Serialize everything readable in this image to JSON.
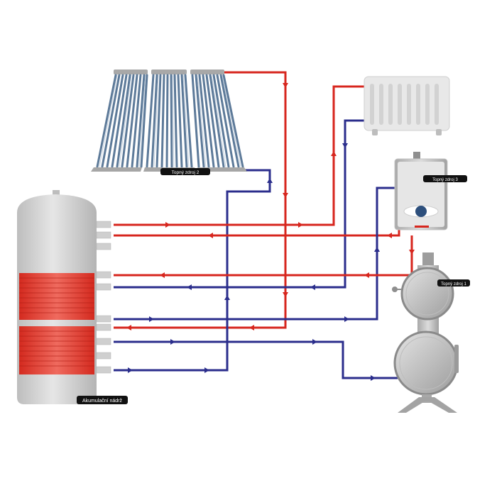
{
  "labels": {
    "tank": "Akumulační nádrž",
    "source1": "Topný zdroj 1",
    "source2": "Topný zdroj 2",
    "source3": "Topný zdroj 3"
  },
  "colors": {
    "hot": "#d7261e",
    "cold": "#2b2e8c",
    "metal": "#c8c8c8",
    "metal_dark": "#9a9a9a",
    "coil": "#e0382b",
    "label_bg": "#111111",
    "label_text": "#ffffff"
  },
  "icons": [
    "solar-collector-icon",
    "radiator-icon",
    "gas-boiler-icon",
    "solid-fuel-boiler-icon",
    "storage-tank-icon"
  ]
}
